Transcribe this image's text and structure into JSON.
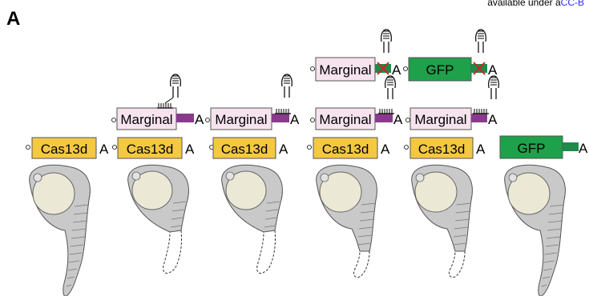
{
  "panel_label": "A",
  "license": {
    "prefix": "available under a",
    "link": "CC-B"
  },
  "labels": {
    "cas13d": "Cas13d",
    "marginal": "Marginal",
    "gfp": "GFP",
    "polya": "A"
  },
  "colors": {
    "cas13d_fill": "#f5c842",
    "marginal_fill": "#f6e3ee",
    "gfp_fill": "#1fa04a",
    "guide_stem": "#8a3a8c",
    "embryo_yolk": "#ece8d6",
    "embryo_body": "#c4c4c4"
  },
  "conditions": [
    {
      "constructs": [
        "Cas13d"
      ],
      "tail": "normal"
    },
    {
      "constructs": [
        "Cas13d",
        "Marginal-guide"
      ],
      "tail": "truncated"
    },
    {
      "constructs": [
        "Cas13d",
        "Marginal-guide"
      ],
      "tail": "truncated"
    },
    {
      "constructs": [
        "Cas13d",
        "Marginal-guide",
        "Marginal-blocked"
      ],
      "tail": "partial"
    },
    {
      "constructs": [
        "Cas13d",
        "Marginal-guide",
        "GFP-blocked"
      ],
      "tail": "partial"
    },
    {
      "constructs": [
        "GFP"
      ],
      "tail": "normal"
    }
  ]
}
